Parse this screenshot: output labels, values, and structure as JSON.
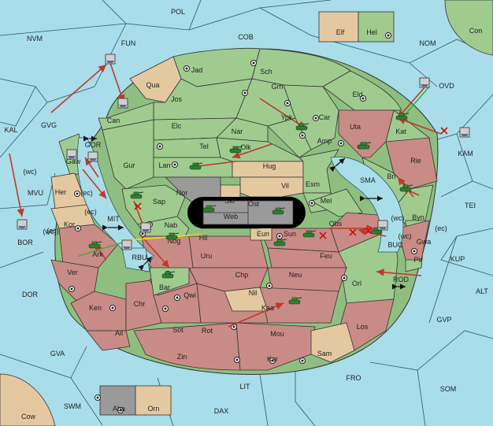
{
  "labels": [
    "POL",
    "NVM",
    "FUN",
    "COB",
    "NOM",
    "Con",
    "Elf",
    "Hel",
    "OVD",
    "KAL",
    "GVG",
    "KAM",
    "TEI",
    "MVU",
    "BOR",
    "GOR",
    "MIT",
    "SMA",
    "BUC",
    "ROD",
    "KUP",
    "ALT",
    "DOR",
    "GVP",
    "GVA",
    "FRO",
    "SOM",
    "LIT",
    "SWM",
    "DAX",
    "Cow",
    "Aba",
    "Orn",
    "Jad",
    "Sch",
    "Qua",
    "Jos",
    "Grh",
    "Eld",
    "Can",
    "Ypk",
    "Car",
    "Elc",
    "Nar",
    "Uta",
    "Kat",
    "Tel",
    "Olk",
    "Amp",
    "Gur",
    "Lan",
    "Hug",
    "Rie",
    "Gaw",
    "Bri",
    "Vil",
    "Esm",
    "Nor",
    "Skr",
    "Ost",
    "Mel",
    "Her",
    "Sap",
    "Web",
    "Byn",
    "Kor",
    "Nab",
    "Eun",
    "Obs",
    "Hil",
    "Sun",
    "Gwa",
    "Ark",
    "RBU",
    "Nog",
    "Uru",
    "Feu",
    "Pir",
    "Ver",
    "Chp",
    "Neu",
    "Orl",
    "Bar",
    "Qwi",
    "Nil",
    "Ken",
    "Chr",
    "Kaa",
    "Ail",
    "Sot",
    "Rot",
    "Mou",
    "Los",
    "Zin",
    "Kar",
    "Sam",
    "(wc)",
    "(ec)",
    "(ec)",
    "(wc)",
    "(ec)",
    "(wc)",
    "(wc)",
    "(ec)"
  ],
  "colors": {
    "ocean": "#a8dde9",
    "green": "#9fcb8f",
    "salmon": "#c98b85",
    "tan": "#e4c9a0",
    "gray": "#9a9a9a"
  }
}
